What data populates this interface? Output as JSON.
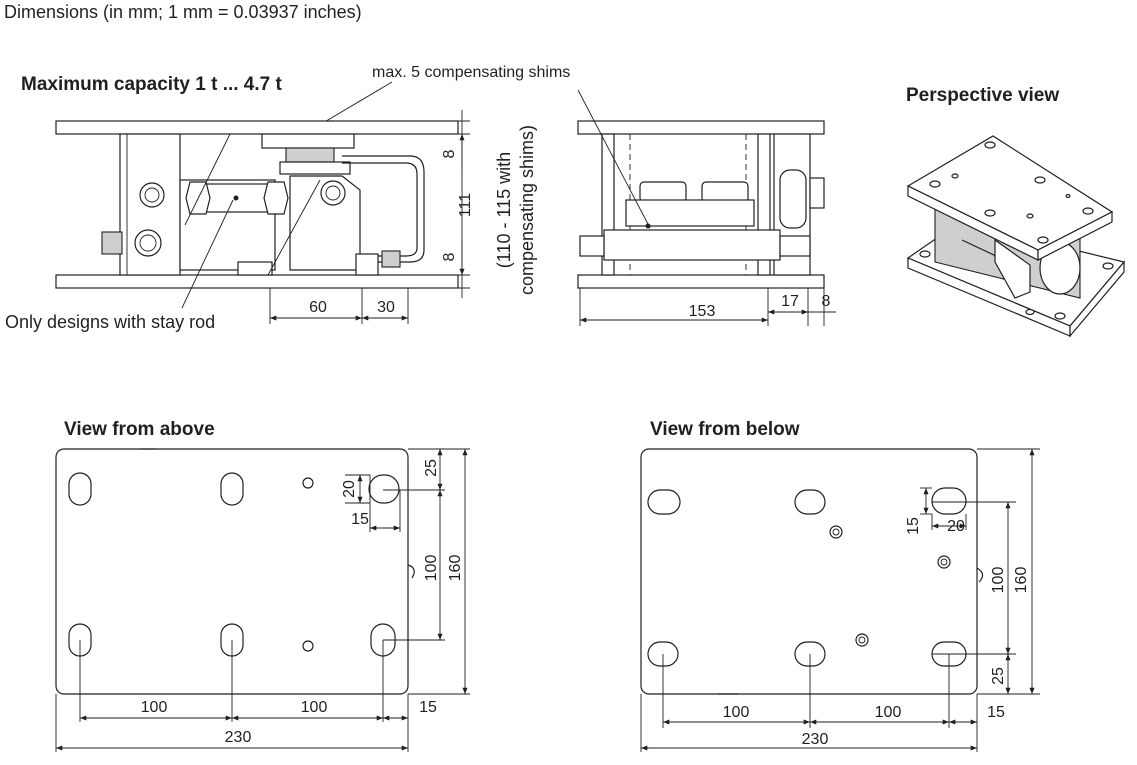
{
  "header": {
    "dimensions_note": "Dimensions (in mm; 1 mm = 0.03937 inches)"
  },
  "side_view": {
    "title": "Maximum capacity 1 t ... 4.7 t",
    "shims_note": "max. 5 compensating shims",
    "stay_rod_note": "Only designs with stay rod",
    "dims": {
      "top_gap": "8",
      "height": "111",
      "bottom_gap": "8",
      "height_range": "(110 - 115 with",
      "height_range_2": "compensating shims)",
      "offset_60": "60",
      "offset_30": "30"
    }
  },
  "front_view": {
    "dims": {
      "width": "153",
      "d17": "17",
      "d8": "8"
    }
  },
  "perspective": {
    "title": "Perspective view"
  },
  "view_above": {
    "title": "View from above",
    "dims": {
      "slot_h": "20",
      "slot_w": "15",
      "edge_25": "25",
      "spacing_100v": "100",
      "height_160": "160",
      "spacing_100a": "100",
      "spacing_100b": "100",
      "edge_15": "15",
      "width_230": "230"
    }
  },
  "view_below": {
    "title": "View from below",
    "dims": {
      "slot_h": "15",
      "slot_w": "20",
      "spacing_100v": "100",
      "height_160": "160",
      "edge_25": "25",
      "spacing_100a": "100",
      "spacing_100b": "100",
      "edge_15": "15",
      "width_230": "230"
    }
  }
}
